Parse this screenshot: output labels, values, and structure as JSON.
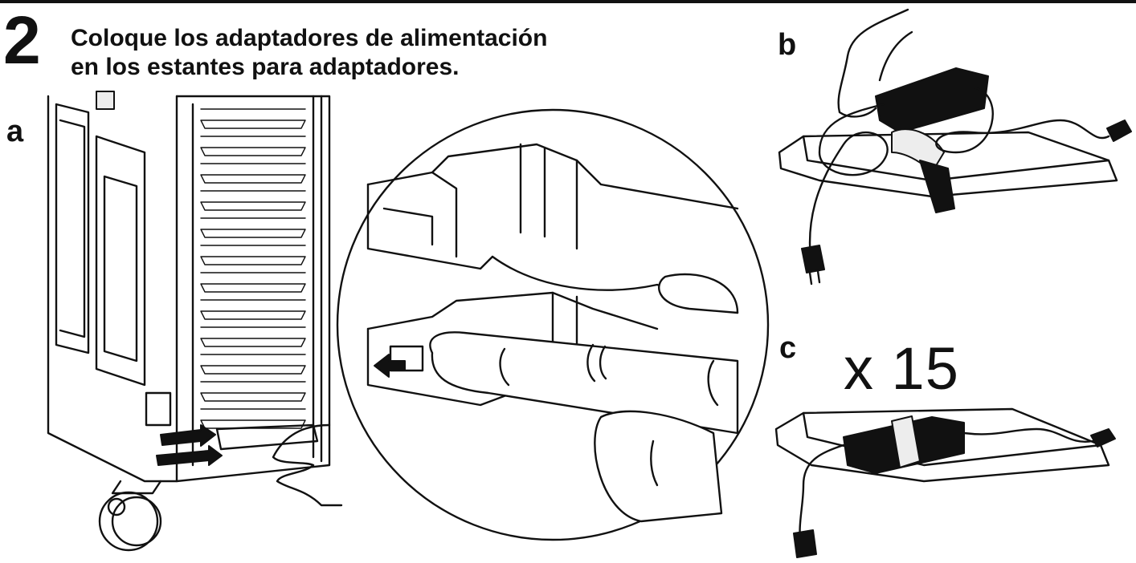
{
  "step": {
    "number": "2",
    "title_line1": "Coloque los adaptadores de alimentación",
    "title_line2": "en los estantes para adaptadores."
  },
  "panels": {
    "a": {
      "label": "a"
    },
    "b": {
      "label": "b"
    },
    "c": {
      "label": "c",
      "quantity": "x 15"
    }
  },
  "colors": {
    "ink": "#111111",
    "paper": "#ffffff",
    "shade": "#ededed"
  }
}
